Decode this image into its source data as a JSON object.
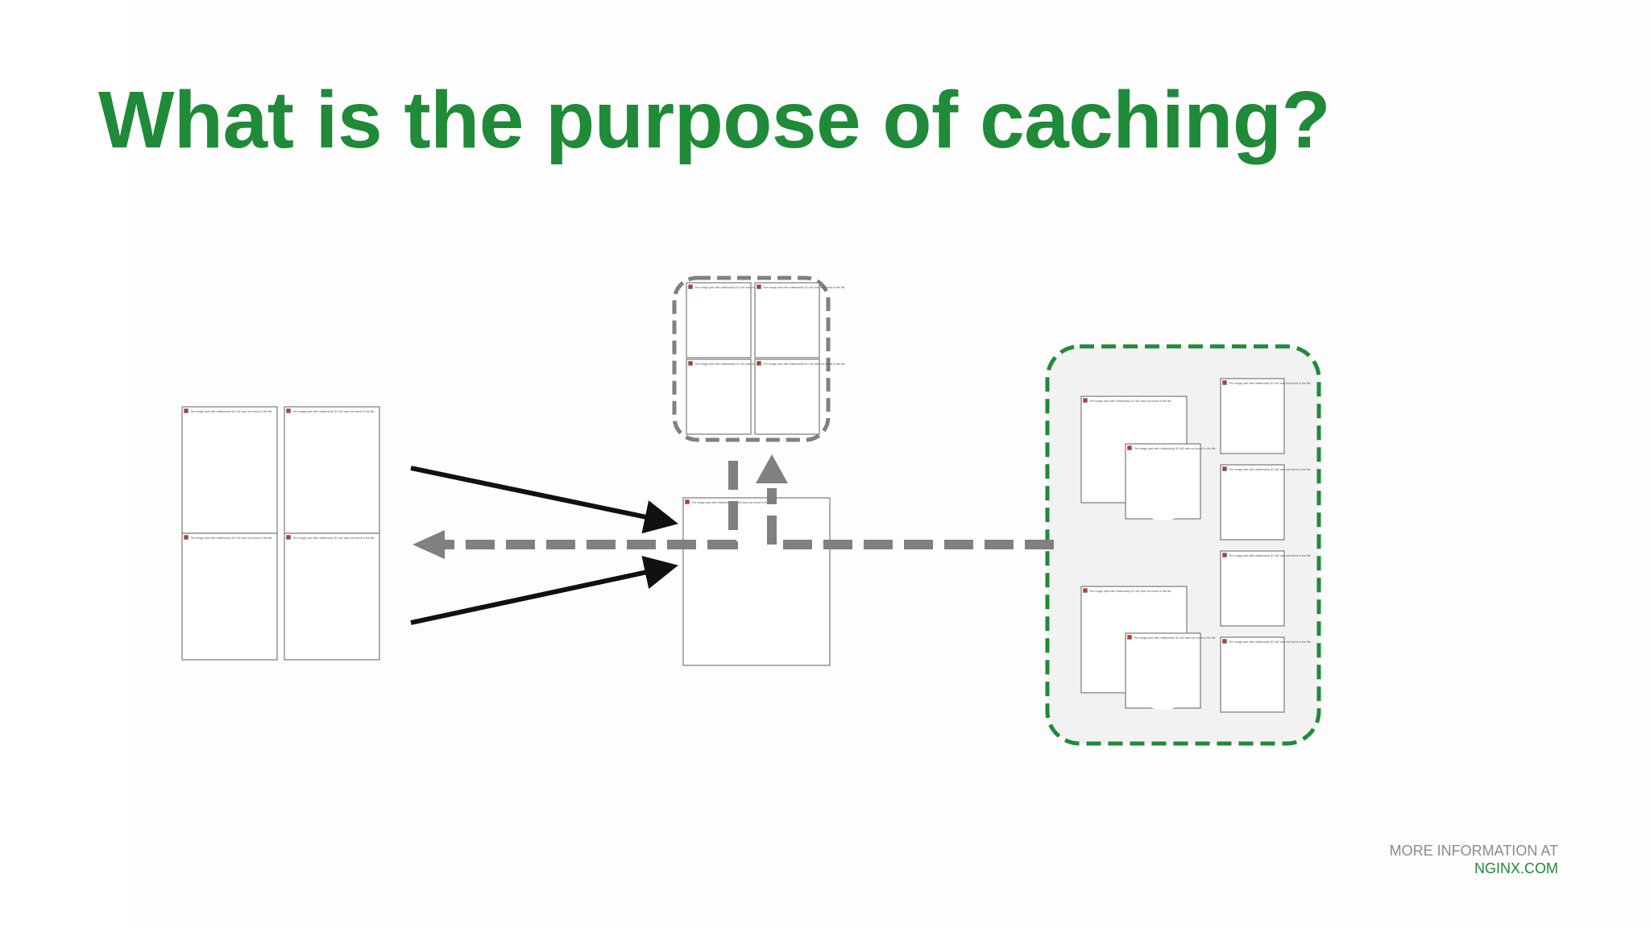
{
  "slide": {
    "title": "What is the purpose of caching?",
    "footer_line1": "MORE INFORMATION AT",
    "footer_line2": "NGINX.COM"
  },
  "placeholders": {
    "missing_image_text": "The image part with relationship ID rId2 was not found in the file."
  },
  "colors": {
    "title": "#1f8a38",
    "footer_link": "#1f8a38",
    "cache_border": "#808080",
    "origin_border": "#1f8a38",
    "origin_fill": "#f2f2f2",
    "response_arrow": "#808080",
    "request_arrow": "#111111"
  },
  "icons": {
    "placeholder": "broken-image-icon"
  }
}
